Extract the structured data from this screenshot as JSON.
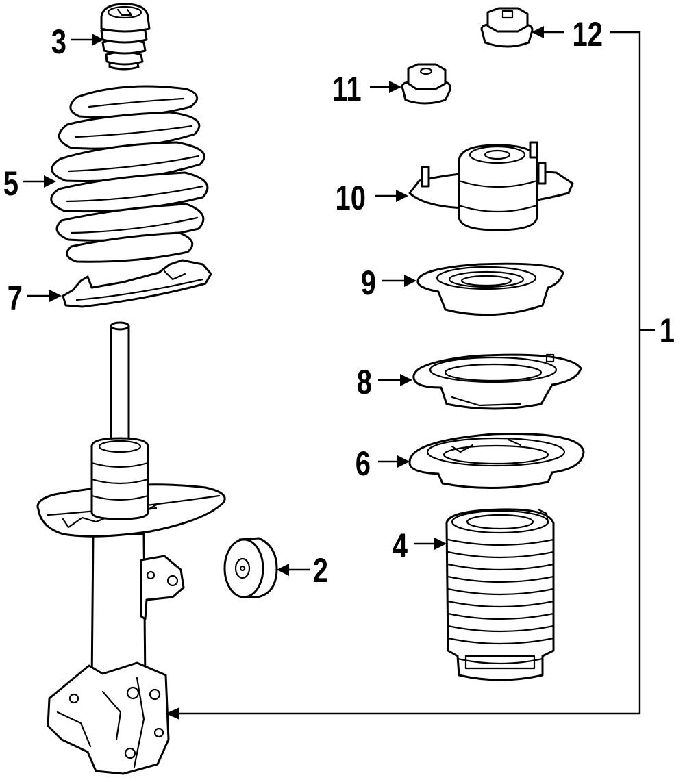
{
  "diagram": {
    "callouts": [
      {
        "label": "1"
      },
      {
        "label": "2"
      },
      {
        "label": "3"
      },
      {
        "label": "4"
      },
      {
        "label": "5"
      },
      {
        "label": "6"
      },
      {
        "label": "7"
      },
      {
        "label": "8"
      },
      {
        "label": "9"
      },
      {
        "label": "10"
      },
      {
        "label": "11"
      },
      {
        "label": "12"
      }
    ]
  },
  "colors": {
    "line": "#000000",
    "background": "#ffffff"
  }
}
